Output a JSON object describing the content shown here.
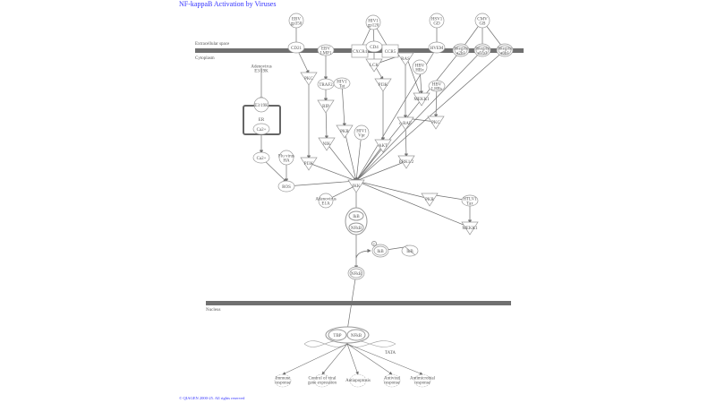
{
  "title": "NF-kappaB Activation by Viruses",
  "copyright": "© QIAGEN 2000-25. All rights reserved",
  "compartments": {
    "extracellular": "Extracellular space",
    "cytoplasm": "Cytoplasm",
    "nucleus": "Nucleus",
    "er": "ER",
    "tata": "TATA"
  },
  "colors": {
    "membrane": "#707070",
    "edge": "#707070",
    "node": "#9a9a9a",
    "link": "#3333ff"
  },
  "nodes": [
    {
      "id": "ebvgp350",
      "label": [
        "EBV",
        "gp350"
      ],
      "shape": "circle"
    },
    {
      "id": "cd21",
      "label": [
        "CD21"
      ],
      "shape": "ellipse"
    },
    {
      "id": "hivgp120",
      "label": [
        "HIV1",
        "gp120"
      ],
      "shape": "circle"
    },
    {
      "id": "cxcr4",
      "label": [
        "CXCR4"
      ],
      "shape": "rect"
    },
    {
      "id": "cd4",
      "label": [
        "CD4"
      ],
      "shape": "ellipse"
    },
    {
      "id": "ccr5",
      "label": [
        "CCR5"
      ],
      "shape": "rect"
    },
    {
      "id": "hsvgd",
      "label": [
        "HSV1",
        "GD"
      ],
      "shape": "circle"
    },
    {
      "id": "hvem",
      "label": [
        "HVEM"
      ],
      "shape": "ellipse"
    },
    {
      "id": "cmvgb",
      "label": [
        "CMV",
        "GB"
      ],
      "shape": "circle"
    },
    {
      "id": "inta2b1",
      "label": [
        "Integrin",
        "a2b1"
      ],
      "shape": "dellipse"
    },
    {
      "id": "intavb3",
      "label": [
        "Integrin",
        "aVb3"
      ],
      "shape": "dellipse"
    },
    {
      "id": "inta6b1",
      "label": [
        "Integrin",
        "a6b1"
      ],
      "shape": "dellipse"
    },
    {
      "id": "ebvlmp1",
      "label": [
        "EBV",
        "LMP1"
      ],
      "shape": "ellipse"
    },
    {
      "id": "ade319k",
      "label": [
        "Adenovirus",
        "E3/19K"
      ],
      "shape": "text"
    },
    {
      "id": "pkc1",
      "label": [
        "PKC"
      ],
      "shape": "tri"
    },
    {
      "id": "traf2",
      "label": [
        "TRAF2"
      ],
      "shape": "ellipse"
    },
    {
      "id": "hivtat",
      "label": [
        "HIV1",
        "Tat"
      ],
      "shape": "ellipse"
    },
    {
      "id": "lck",
      "label": [
        "LCK"
      ],
      "shape": "tri"
    },
    {
      "id": "pi3k1",
      "label": [
        "PI3K"
      ],
      "shape": "tri"
    },
    {
      "id": "ras",
      "label": [
        "RAS"
      ],
      "shape": "tri"
    },
    {
      "id": "hbvhbx",
      "label": [
        "HBV",
        "HBx"
      ],
      "shape": "circle"
    },
    {
      "id": "hbvlhbs",
      "label": [
        "HBV",
        "LHBs"
      ],
      "shape": "ellipse"
    },
    {
      "id": "mekk1a",
      "label": [
        "MEKK1"
      ],
      "shape": "tri"
    },
    {
      "id": "e319k",
      "label": [
        "E3/19K"
      ],
      "shape": "circle"
    },
    {
      "id": "ca2er",
      "label": [
        "Ca2+"
      ],
      "shape": "ellipse"
    },
    {
      "id": "rip",
      "label": [
        "RIP"
      ],
      "shape": "tri"
    },
    {
      "id": "pkr1",
      "label": [
        "PKR"
      ],
      "shape": "tri"
    },
    {
      "id": "hivvpr",
      "label": [
        "HIV1",
        "Vpr"
      ],
      "shape": "circle"
    },
    {
      "id": "nik",
      "label": [
        "NIK"
      ],
      "shape": "tri"
    },
    {
      "id": "akt",
      "label": [
        "AKT"
      ],
      "shape": "tri"
    },
    {
      "id": "craf",
      "label": [
        "c-RAF"
      ],
      "shape": "tri"
    },
    {
      "id": "pkc2",
      "label": [
        "PKC"
      ],
      "shape": "tri"
    },
    {
      "id": "ca2",
      "label": [
        "Ca2+"
      ],
      "shape": "ellipse"
    },
    {
      "id": "fluha",
      "label": [
        "Flu virus",
        "HA"
      ],
      "shape": "circle"
    },
    {
      "id": "pi3k2",
      "label": [
        "PI3K"
      ],
      "shape": "tri"
    },
    {
      "id": "erk",
      "label": [
        "ERK1/2"
      ],
      "shape": "tri"
    },
    {
      "id": "ros",
      "label": [
        "ROS"
      ],
      "shape": "ellipse"
    },
    {
      "id": "ikk",
      "label": [
        "IKK"
      ],
      "shape": "tri"
    },
    {
      "id": "adee1a",
      "label": [
        "Adenovirus",
        "E1A"
      ],
      "shape": "circle"
    },
    {
      "id": "pkr2",
      "label": [
        "PKR"
      ],
      "shape": "tri"
    },
    {
      "id": "htlvtax",
      "label": [
        "HTLV1",
        "Tax"
      ],
      "shape": "ellipse"
    },
    {
      "id": "mekk1b",
      "label": [
        "MEKK1"
      ],
      "shape": "tri"
    },
    {
      "id": "ikbp",
      "label": [
        "IkB"
      ],
      "shape": "dellipse"
    },
    {
      "id": "ikbdeg",
      "label": [
        "IkB"
      ],
      "shape": "ellipse"
    },
    {
      "id": "nfkb",
      "label": [
        "NFkB"
      ],
      "shape": "dellipse"
    }
  ],
  "complex": {
    "ikb": "IkB",
    "nfkb": "NFkB",
    "phospho": "P"
  },
  "nuclear_complex": {
    "tbp": "TBP",
    "nfkb": "NFkB"
  },
  "outcomes": [
    [
      "Immune",
      "response"
    ],
    [
      "Control of viral",
      "gene expression"
    ],
    [
      "Antiapoptosis"
    ],
    [
      "Antiviral",
      "response"
    ],
    [
      "Antimicrobial",
      "response"
    ]
  ]
}
